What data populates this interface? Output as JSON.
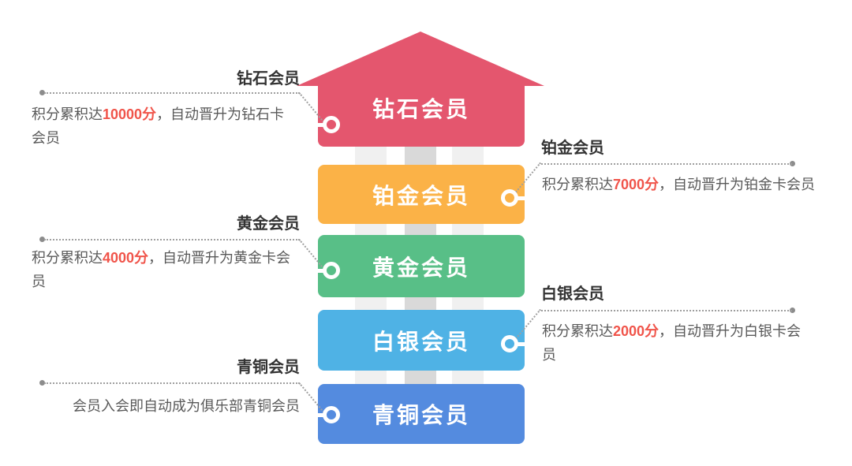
{
  "diagram": {
    "title_semantic": "membership-tier-upgrade-arrow",
    "tiers": [
      {
        "name": "diamond",
        "label": "钻石会员",
        "color": "#E4566E"
      },
      {
        "name": "platinum",
        "label": "铂金会员",
        "color": "#FBB247"
      },
      {
        "name": "gold",
        "label": "黄金会员",
        "color": "#58BF87"
      },
      {
        "name": "silver",
        "label": "白银会员",
        "color": "#4FB2E5"
      },
      {
        "name": "bronze",
        "label": "青铜会员",
        "color": "#548BDF"
      }
    ],
    "annotations": [
      {
        "tier": "diamond",
        "side": "left",
        "label": "钻石会员",
        "before": "积分累积达",
        "points": "10000分",
        "after": "，自动晋升为钻石卡会员"
      },
      {
        "tier": "platinum",
        "side": "right",
        "label": "铂金会员",
        "before": "积分累积达",
        "points": "7000分",
        "after": "，自动晋升为铂金卡会员"
      },
      {
        "tier": "gold",
        "side": "left",
        "label": "黄金会员",
        "before": "积分累积达",
        "points": "4000分",
        "after": "，自动晋升为黄金卡会员"
      },
      {
        "tier": "silver",
        "side": "right",
        "label": "白银会员",
        "before": "积分累积达",
        "points": "2000分",
        "after": "，自动晋升为白银卡会员"
      },
      {
        "tier": "bronze",
        "side": "left",
        "label": "青铜会员",
        "before": "会员入会即自动成为俱乐部青铜会员",
        "points": "",
        "after": ""
      }
    ]
  },
  "colors": {
    "strip_light": "#F0F0F0",
    "strip_mid": "#D9D9D9",
    "callout_label_text": "#333333",
    "description_text": "#595959",
    "points_highlight": "#F0544A",
    "dotted_line": "#9F9F9F",
    "line_end_dot": "#8C8C8C",
    "block_text": "#FFFFFF"
  }
}
